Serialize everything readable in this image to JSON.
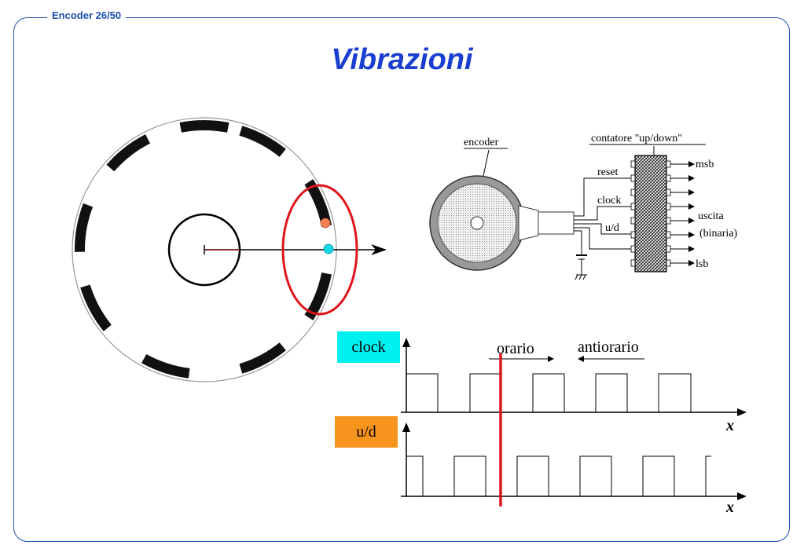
{
  "header": {
    "label": "Encoder 26/50"
  },
  "title": "Vibrazioni",
  "circuit": {
    "encoder_label": "encoder",
    "counter_label": "contatore \"up/down\"",
    "inputs": [
      "reset",
      "clock",
      "u/d"
    ],
    "outputs": {
      "msb": "msb",
      "uscita": "uscita",
      "binaria": "(binaria)",
      "lsb": "lsb"
    }
  },
  "timing": {
    "clock_badge": {
      "label": "clock",
      "color": "#00f0f0"
    },
    "ud_badge": {
      "label": "u/d",
      "color": "#f7941d"
    },
    "direction_cw": "orario",
    "direction_ccw": "antiorario",
    "x_label_top": "x",
    "x_label_bottom": "x"
  },
  "colors": {
    "frame": "#1f4fb0",
    "title": "#1a3fd0",
    "highlight_ellipse": "#e0141c",
    "marker_red_line": "#e0141c",
    "sensor_orange": "#f08050",
    "sensor_cyan": "#18d8e8"
  }
}
